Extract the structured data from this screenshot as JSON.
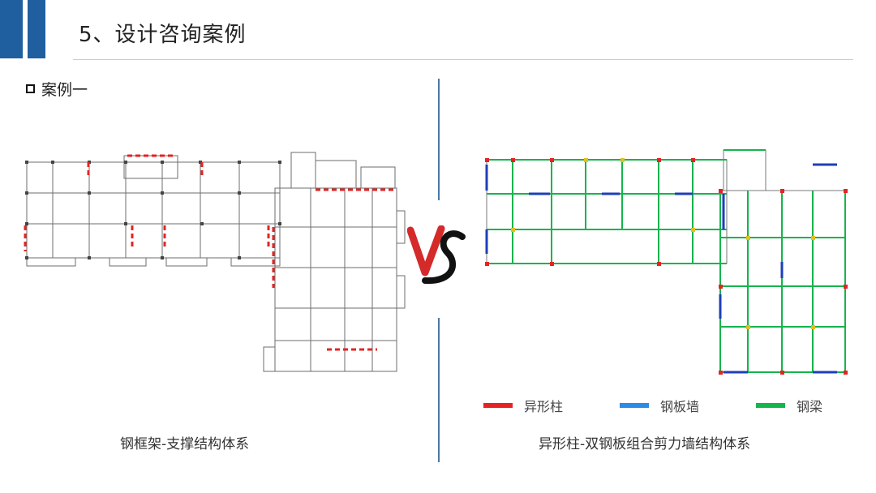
{
  "header": {
    "title": "5、设计咨询案例"
  },
  "section": {
    "label": "案例一"
  },
  "vs": {
    "text": "VS",
    "color": "#d42a2a"
  },
  "left_plan": {
    "caption": "钢框架-支撑结构体系"
  },
  "right_plan": {
    "caption": "异形柱-双钢板组合剪力墙结构体系"
  },
  "legend": [
    {
      "label": "异形柱",
      "color": "#e52323"
    },
    {
      "label": "钢板墙",
      "color": "#2b8be6"
    },
    {
      "label": "钢梁",
      "color": "#16b44c"
    }
  ],
  "colors": {
    "accent": "#1f5fa0",
    "divider": "#4a7aa3"
  }
}
